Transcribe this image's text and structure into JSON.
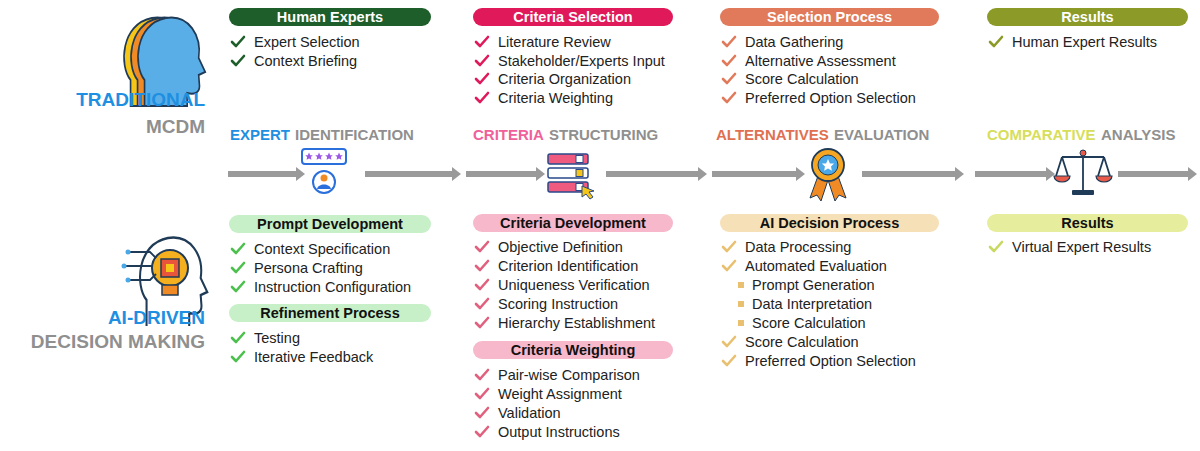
{
  "diagram": {
    "nodes": [
      {
        "text": [
          "Human Experts"
        ]
      },
      {
        "text": [
          "Criteria Selection"
        ]
      },
      {
        "text": [
          "Selection Process"
        ]
      },
      {
        "text": [
          "Results"
        ]
      },
      {
        "text": [
          "Prompt Development"
        ]
      },
      {
        "text": [
          "Refinement Process"
        ]
      },
      {
        "text": [
          "Criteria Development"
        ]
      },
      {
        "text": [
          "Criteria Weighting"
        ]
      },
      {
        "text": [
          "AI Decision Process"
        ]
      },
      {
        "text": [
          "Results"
        ]
      }
    ],
    "labels": [
      "TRADITIONAL",
      "MCDM",
      "Expert Selection",
      "Context Briefing",
      "Literature Review",
      "Stakeholder/Experts Input",
      "Criteria Organization",
      "Criteria Weighting",
      "Data Gathering",
      "Alternative Assessment",
      "Score Calculation",
      "Preferred Option Selection",
      "Human Expert Results",
      "EXPERT",
      "IDENTIFICATION",
      "CRITERIA",
      "STRUCTURING",
      "ALTERNATIVES",
      "EVALUATION",
      "COMPARATIVE",
      "ANALYSIS",
      "AI-DRIVEN",
      "DECISION MAKING",
      "Context Specification",
      "Persona Crafting",
      "Instruction Configuration",
      "Testing",
      "Iterative Feedback",
      "Objective Definition",
      "Criterion Identification",
      "Uniqueness Verification",
      "Scoring Instruction",
      "Hierarchy Establishment",
      "Pair-wise Comparison",
      "Weight Assignment",
      "Validation",
      "Output Instructions",
      "Data Processing",
      "Automated Evaluation",
      "Prompt Generation",
      "Data Interpretation",
      "Score Calculation",
      "Score Calculation",
      "Preferred Option Selection",
      "Virtual Expert Results"
    ]
  }
}
